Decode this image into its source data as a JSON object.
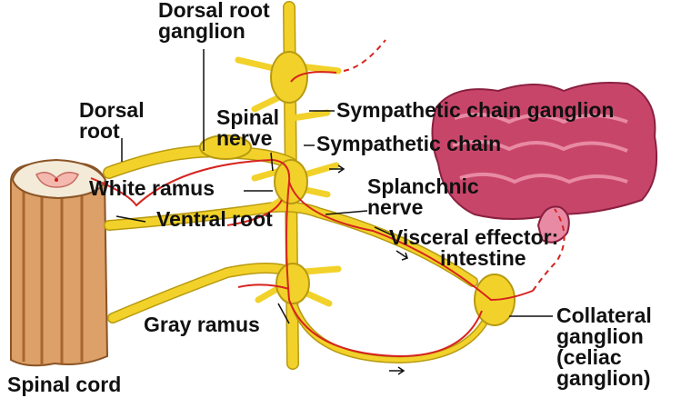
{
  "labels": {
    "dorsal_root_ganglion": [
      "Dorsal root",
      "ganglion"
    ],
    "dorsal_root": [
      "Dorsal",
      "root"
    ],
    "spinal_nerve": [
      "Spinal",
      "nerve"
    ],
    "sympathetic_chain_ganglion": "Sympathetic chain ganglion",
    "sympathetic_chain": "Sympathetic chain",
    "white_ramus": "White ramus",
    "splanchnic_nerve": [
      "Splanchnic",
      "nerve"
    ],
    "ventral_root": "Ventral root",
    "visceral_effector": [
      "Visceral effector:",
      "intestine"
    ],
    "collateral_ganglion": [
      "Collateral",
      "ganglion",
      "(celiac",
      "ganglion)"
    ],
    "gray_ramus": "Gray ramus",
    "spinal_cord": "Spinal cord"
  },
  "colors": {
    "nerve": "#f2d22a",
    "nerve_outline": "#b89a10",
    "axon": "#d6231e",
    "cord": "#dda068",
    "cord_dark": "#a8662e",
    "intestine": "#c8456a",
    "intestine_light": "#e88aa4",
    "leader": "#111111"
  }
}
